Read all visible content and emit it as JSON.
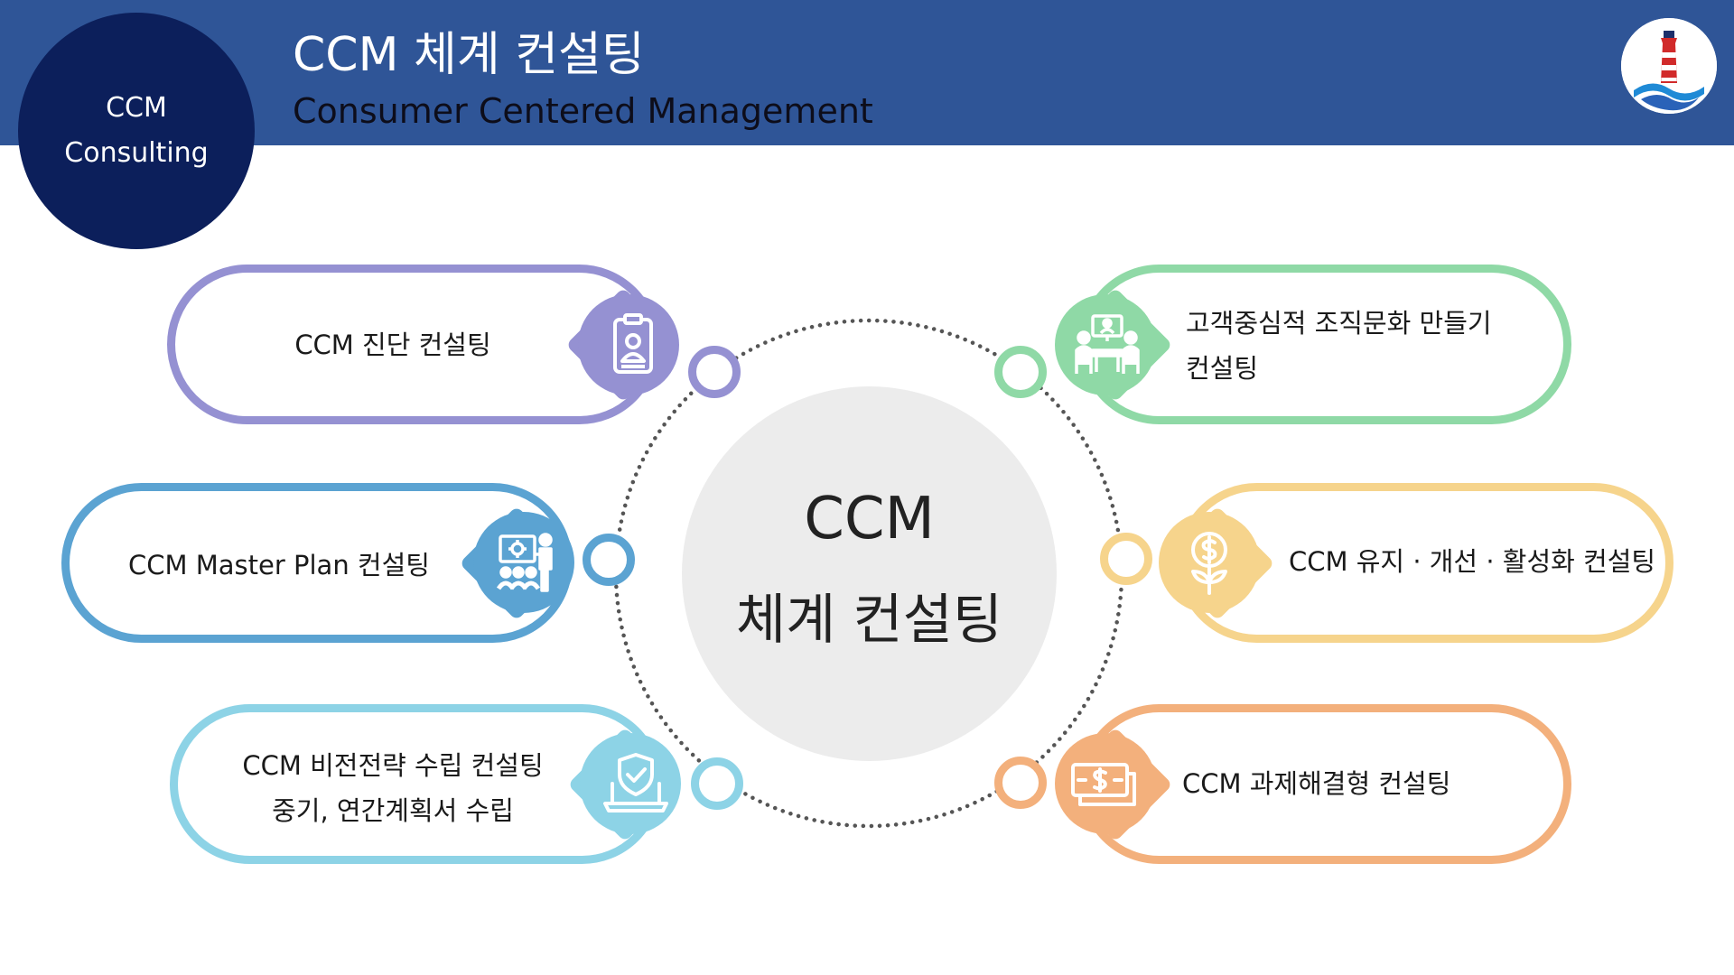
{
  "header": {
    "title": "CCM 체계 컨설팅",
    "subtitle": "Consumer Centered Management"
  },
  "badge": {
    "line1": "CCM",
    "line2": "Consulting"
  },
  "center": {
    "line1": "CCM",
    "line2": "체계 컨설팅"
  },
  "items": [
    {
      "line1": "CCM 진단 컨설팅",
      "line2": "",
      "color": "#9591d2",
      "icon": "clipboard-icon"
    },
    {
      "line1": "CCM Master Plan 컨설팅",
      "line2": "",
      "color": "#5ba3d2",
      "icon": "presentation-icon"
    },
    {
      "line1": "CCM 비전전략 수립 컨설팅",
      "line2": "중기, 연간계획서 수립",
      "color": "#8dd3e6",
      "icon": "laptop-shield-icon"
    },
    {
      "line1": "고객중심적 조직문화 만들기",
      "line2": "컨설팅",
      "color": "#8fd9a6",
      "icon": "meeting-icon"
    },
    {
      "line1": "CCM 유지 · 개선 · 활성화 컨설팅",
      "line2": "",
      "color": "#f6d48c",
      "icon": "money-plant-icon"
    },
    {
      "line1": "CCM 과제해결형 컨설팅",
      "line2": "",
      "color": "#f3b07c",
      "icon": "cash-icon"
    }
  ],
  "colors": {
    "header": "#2f5597",
    "badge": "#0c1f5b",
    "center_disc": "#ececec",
    "ring_dots": "#555555"
  }
}
